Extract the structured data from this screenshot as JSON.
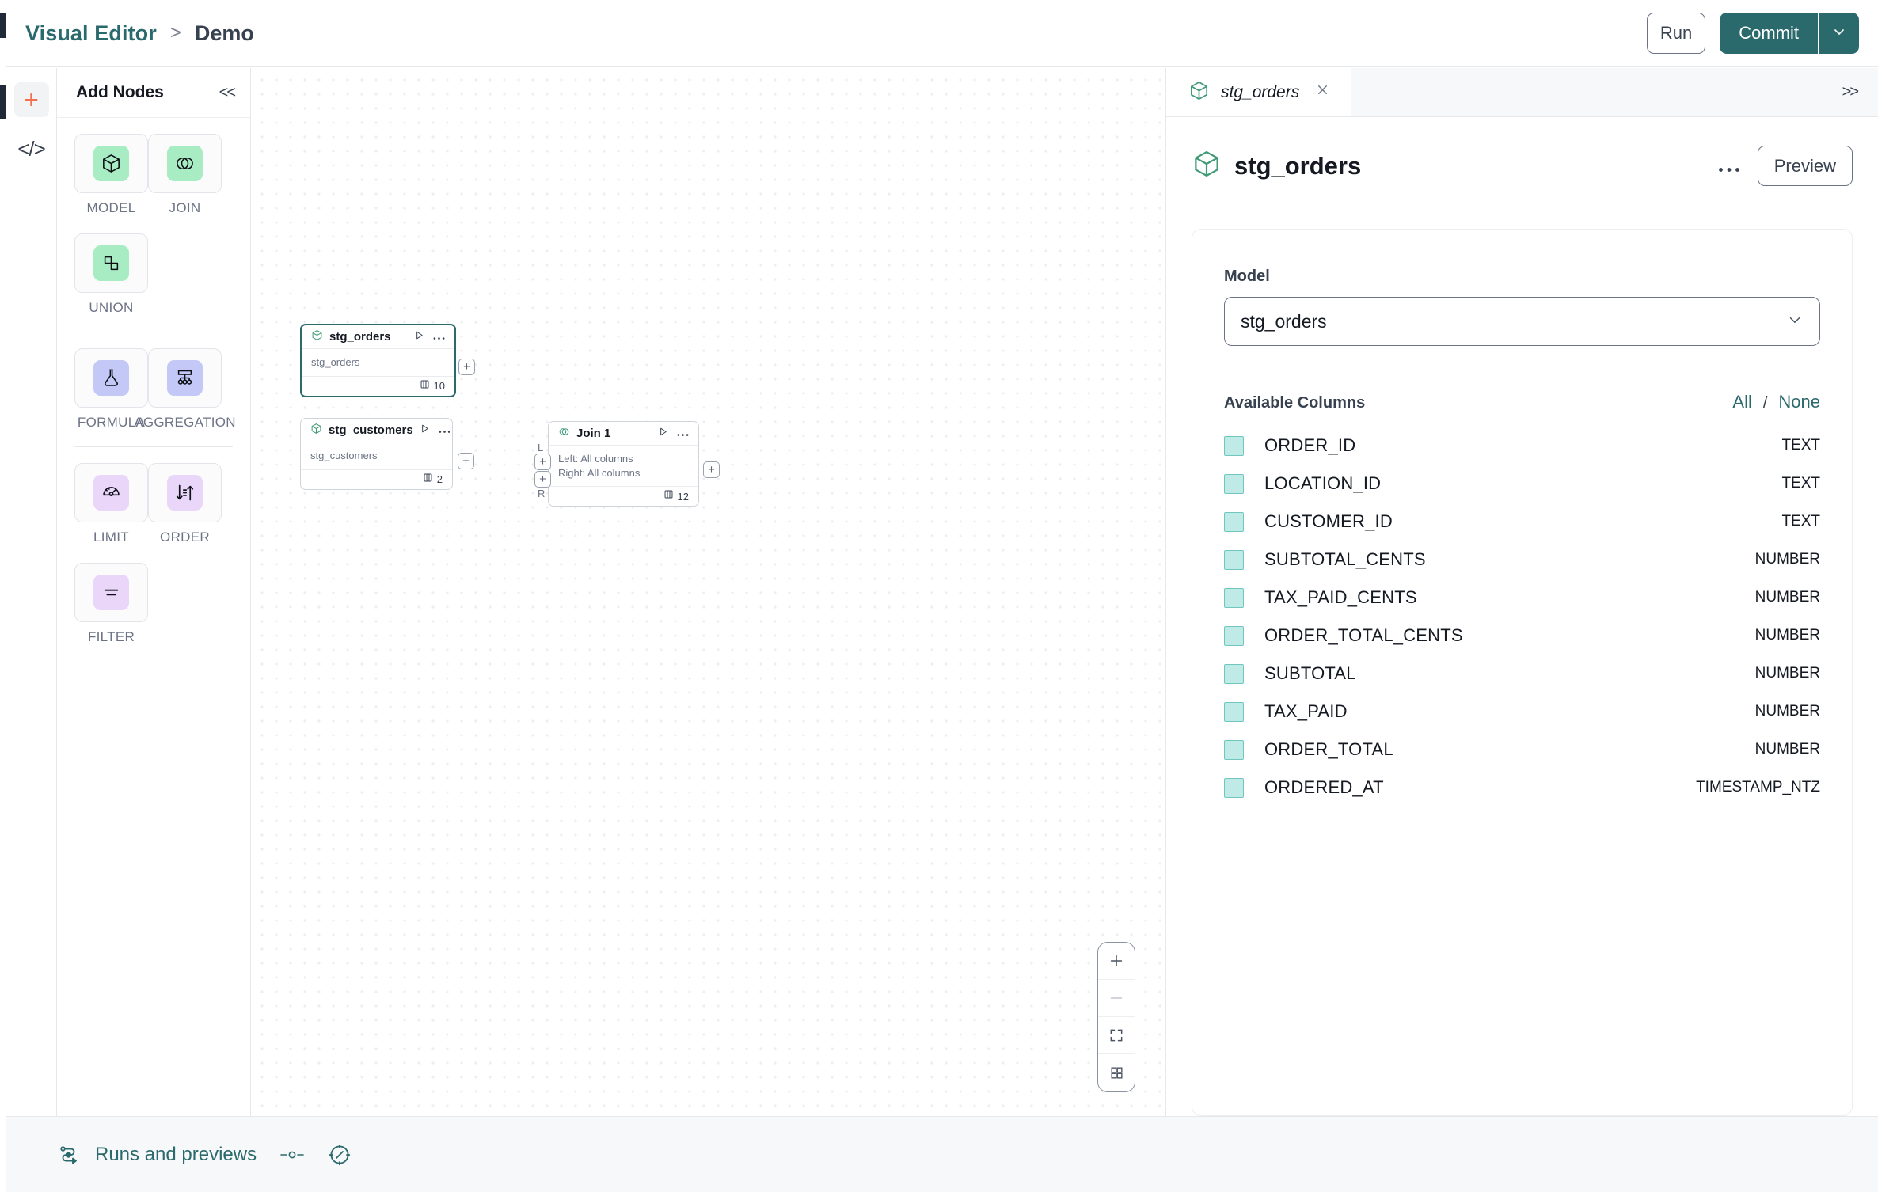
{
  "topbar": {
    "breadcrumb_root": "Visual Editor",
    "breadcrumb_sep": ">",
    "breadcrumb_leaf": "Demo",
    "run_label": "Run",
    "commit_label": "Commit",
    "commit_caret_icon": "chevron-down-icon"
  },
  "rail": {
    "add_icon": "plus-icon",
    "code_icon": "code-brackets-icon"
  },
  "nodes_panel": {
    "title": "Add Nodes",
    "collapse_icon": "<<",
    "groups": [
      {
        "items": [
          {
            "label": "MODEL",
            "icon": "cube-icon",
            "chip": "chip-green"
          },
          {
            "label": "JOIN",
            "icon": "venn-icon",
            "chip": "chip-green"
          },
          {
            "label": "UNION",
            "icon": "union-shapes-icon",
            "chip": "chip-green"
          }
        ]
      },
      {
        "items": [
          {
            "label": "FORMULA",
            "icon": "flask-icon",
            "chip": "chip-blue"
          },
          {
            "label": "AGGREGATION",
            "icon": "hierarchy-icon",
            "chip": "chip-blue"
          }
        ]
      },
      {
        "items": [
          {
            "label": "LIMIT",
            "icon": "limit-gauge-icon",
            "chip": "chip-lilac"
          },
          {
            "label": "ORDER",
            "icon": "sort-arrows-icon",
            "chip": "chip-lilac"
          },
          {
            "label": "FILTER",
            "icon": "filter-lines-icon",
            "chip": "chip-lilac"
          }
        ]
      }
    ]
  },
  "canvas": {
    "nodes": [
      {
        "id": "stg_orders",
        "title": "stg_orders",
        "icon": "cube-icon",
        "subtitle": "stg_orders",
        "column_count": "10",
        "selected": true
      },
      {
        "id": "stg_customers",
        "title": "stg_customers",
        "icon": "cube-icon",
        "subtitle": "stg_customers",
        "column_count": "2",
        "selected": false
      },
      {
        "id": "join_1",
        "title": "Join 1",
        "icon": "venn-icon",
        "subtitle_left": "Left: All columns",
        "subtitle_right": "Right: All columns",
        "column_count": "12",
        "selected": false
      }
    ],
    "port_label_left": "L",
    "port_label_right": "R",
    "port_glyph": "+",
    "zoom_controls": [
      {
        "name": "zoom-in-button",
        "icon": "plus-icon"
      },
      {
        "name": "zoom-out-button",
        "icon": "minus-icon"
      },
      {
        "name": "fit-view-button",
        "icon": "fit-screen-icon"
      },
      {
        "name": "mini-map-button",
        "icon": "grid-squares-icon"
      }
    ]
  },
  "right_panel": {
    "tab_label": "stg_orders",
    "tab_icon": "cube-icon",
    "tab_close_icon": "close-icon",
    "expand_icon": ">>",
    "header_title": "stg_orders",
    "header_icon": "cube-icon",
    "more_icon": "ellipsis-icon",
    "preview_label": "Preview",
    "model_field_label": "Model",
    "model_value": "stg_orders",
    "model_caret_icon": "chevron-down-icon",
    "columns_title": "Available Columns",
    "select_all_label": "All",
    "select_sep": "/",
    "select_none_label": "None",
    "columns": [
      {
        "name": "ORDER_ID",
        "type": "TEXT",
        "checked": true
      },
      {
        "name": "LOCATION_ID",
        "type": "TEXT",
        "checked": true
      },
      {
        "name": "CUSTOMER_ID",
        "type": "TEXT",
        "checked": true
      },
      {
        "name": "SUBTOTAL_CENTS",
        "type": "NUMBER",
        "checked": true
      },
      {
        "name": "TAX_PAID_CENTS",
        "type": "NUMBER",
        "checked": true
      },
      {
        "name": "ORDER_TOTAL_CENTS",
        "type": "NUMBER",
        "checked": true
      },
      {
        "name": "SUBTOTAL",
        "type": "NUMBER",
        "checked": true
      },
      {
        "name": "TAX_PAID",
        "type": "NUMBER",
        "checked": true
      },
      {
        "name": "ORDER_TOTAL",
        "type": "NUMBER",
        "checked": true
      },
      {
        "name": "ORDERED_AT",
        "type": "TIMESTAMP_NTZ",
        "checked": true
      }
    ]
  },
  "bottombar": {
    "runs_label": "Runs and previews",
    "runs_icon": "runs-flow-icon",
    "toggle_icon": "toggle-switch-icon",
    "compass_icon": "compass-icon"
  },
  "colors": {
    "brand_teal": "#2b6a6c",
    "accent_orange": "#f2704f",
    "chip_green": "#a8ecc3",
    "chip_blue": "#c3c8f7",
    "chip_lilac": "#e9d6f9",
    "checkbox_fill": "#bfeae6"
  }
}
